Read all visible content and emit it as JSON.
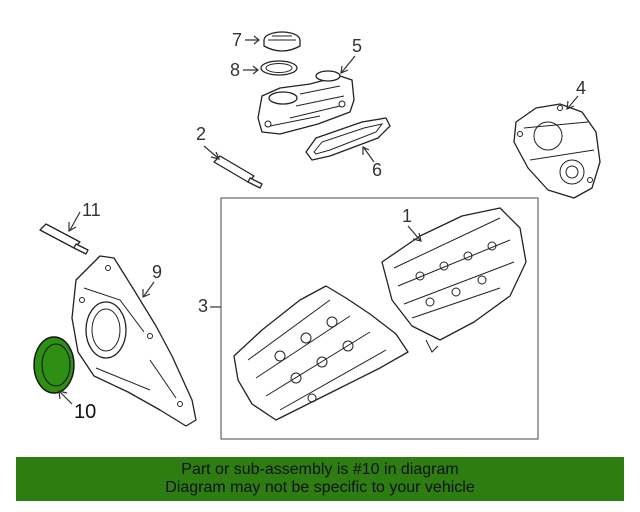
{
  "callouts": {
    "c1": "1",
    "c2": "2",
    "c3": "3",
    "c4": "4",
    "c5": "5",
    "c6": "6",
    "c7": "7",
    "c8": "8",
    "c9": "9",
    "c10": "10",
    "c11": "11"
  },
  "banner": {
    "line1": "Part or sub-assembly is #10 in diagram",
    "line2": "Diagram may not be specific to your vehicle",
    "background": "#2e7d12",
    "text_color": "#111111"
  },
  "colors": {
    "highlight_part": "#2f8f14",
    "line_art": "#222222"
  }
}
